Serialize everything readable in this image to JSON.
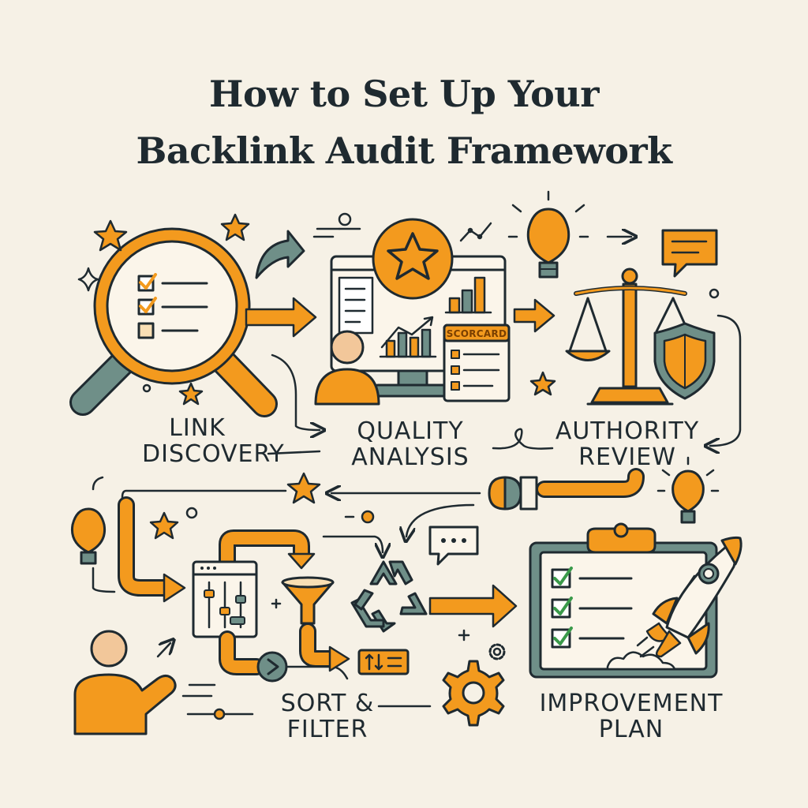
{
  "title": {
    "line1": "How to Set Up Your",
    "line2": "Backlink Audit Framework"
  },
  "steps": [
    {
      "line1": "LINK",
      "line2": "DISCOVERY"
    },
    {
      "line1": "QUALITY",
      "line2": "ANALYSIS"
    },
    {
      "line1": "AUTHORITY",
      "line2": "REVIEW"
    },
    {
      "line1": "SORT &",
      "line2": "FILTER"
    },
    {
      "line1": "IMPROVEMENT",
      "line2": "PLAN"
    }
  ],
  "scorecard": {
    "label": "SCORCARD"
  },
  "colors": {
    "accent": "#f39a1e",
    "ink": "#1f2a30",
    "muted": "#6f8f88",
    "skin": "#f2c79a",
    "background": "#f6f1e6"
  },
  "icons": [
    "magnifier-icon",
    "checklist-icon",
    "star-icon",
    "monitor-icon",
    "bar-chart-icon",
    "scorecard-icon",
    "person-icon",
    "lightbulb-icon",
    "chat-bubble-icon",
    "scale-icon",
    "shield-icon",
    "filter-funnel-icon",
    "recycle-icon",
    "gear-icon",
    "rocket-icon",
    "clipboard-icon",
    "arrow-icon",
    "sort-icon",
    "sliders-window-icon"
  ]
}
